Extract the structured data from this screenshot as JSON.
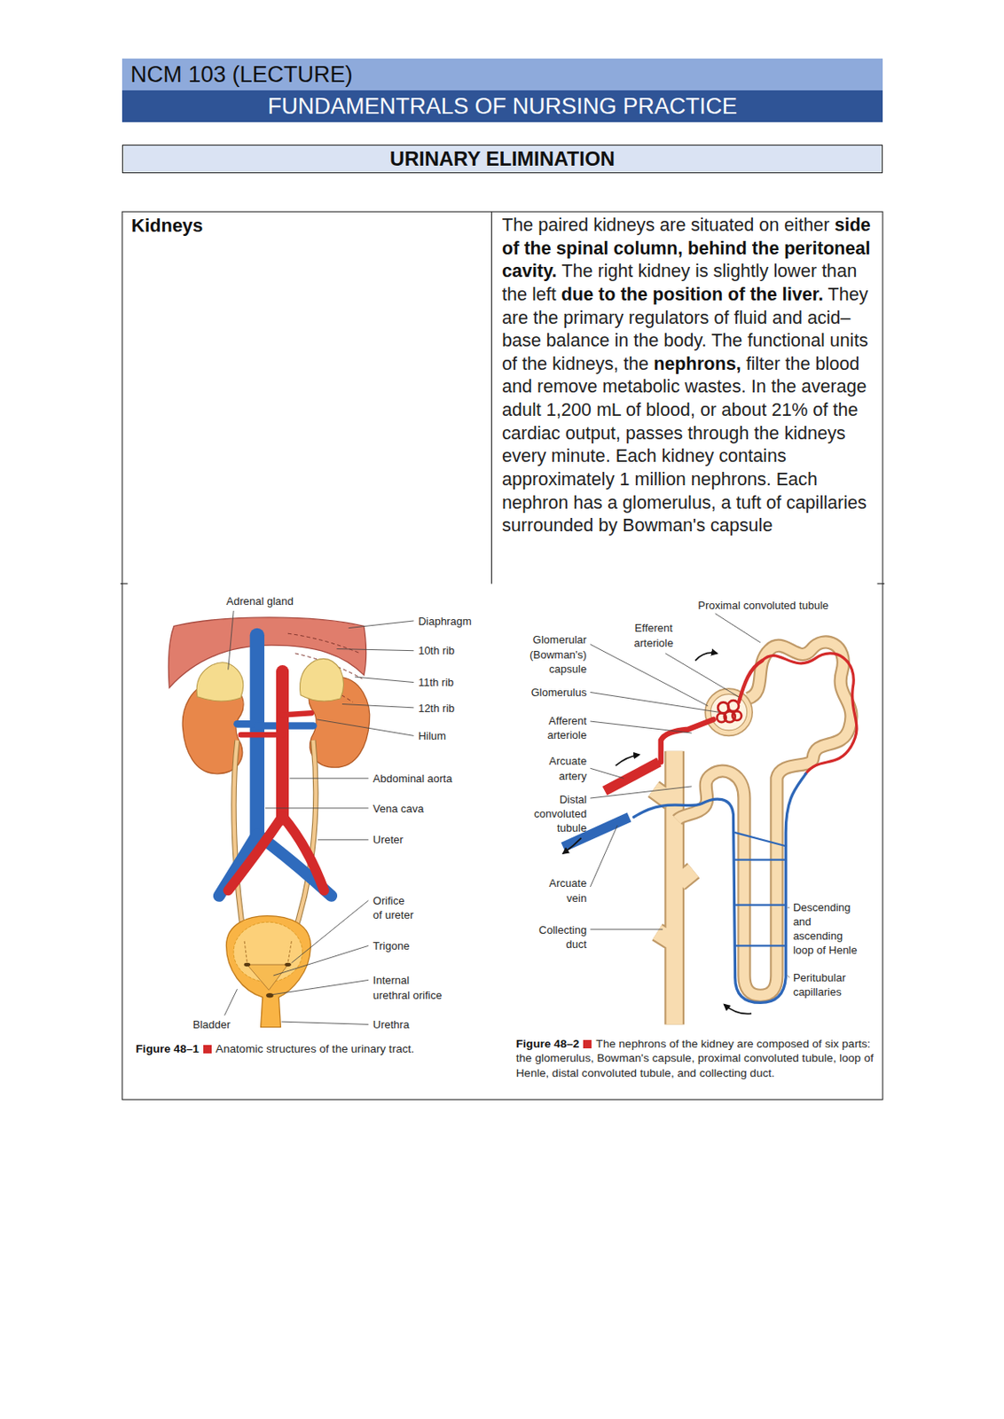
{
  "diagram": {
    "nodes": [
      {
        "text": [
          "NCM 103 (LECTURE)"
        ]
      },
      {
        "text": [
          "FUNDAMENTRALS OF NURSING PRACTICE"
        ]
      },
      {
        "text": [
          "URINARY ELIMINATION"
        ]
      },
      {
        "text": [
          "Kidneys"
        ]
      },
      {
        "text": [
          "The paired kidneys are situated on either side of the spinal column, behind the peritoneal cavity. The right kidney is slightly lower than the left due to the position of the liver. They are the primary regulators of fluid and acid–base balance in the body. The functional units of the kidneys, the nephrons, filter the blood and remove metabolic wastes. In the average adult 1,200 mL of blood, or about 21% of the cardiac output, passes through the kidneys every minute. Each kidney contains approximately 1 million nephrons. Each nephron has a glomerulus, a tuft of capillaries surrounded by Bowman's capsule"
        ]
      }
    ],
    "labels": [
      "Adrenal gland",
      "Diaphragm",
      "10th rib",
      "11th rib",
      "12th rib",
      "Hilum",
      "Abdominal aorta",
      "Vena cava",
      "Ureter",
      "Orifice of ureter",
      "Trigone",
      "Internal urethral orifice",
      "Bladder",
      "Urethra",
      "Figure 48–1",
      "Anatomic structures of the urinary tract.",
      "Proximal convoluted tubule",
      "Efferent arteriole",
      "Glomerular (Bowman's) capsule",
      "Glomerulus",
      "Afferent arteriole",
      "Arcuate artery",
      "Distal convoluted tubule",
      "Arcuate vein",
      "Collecting duct",
      "Descending and ascending loop of Henle",
      "Peritubular capillaries",
      "Figure 48–2",
      "The nephrons of the kidney are composed of six parts: the glomerulus, Bowman's capsule, proximal convoluted tubule, loop of Henle, distal convoluted tubule, and collecting duct."
    ]
  }
}
